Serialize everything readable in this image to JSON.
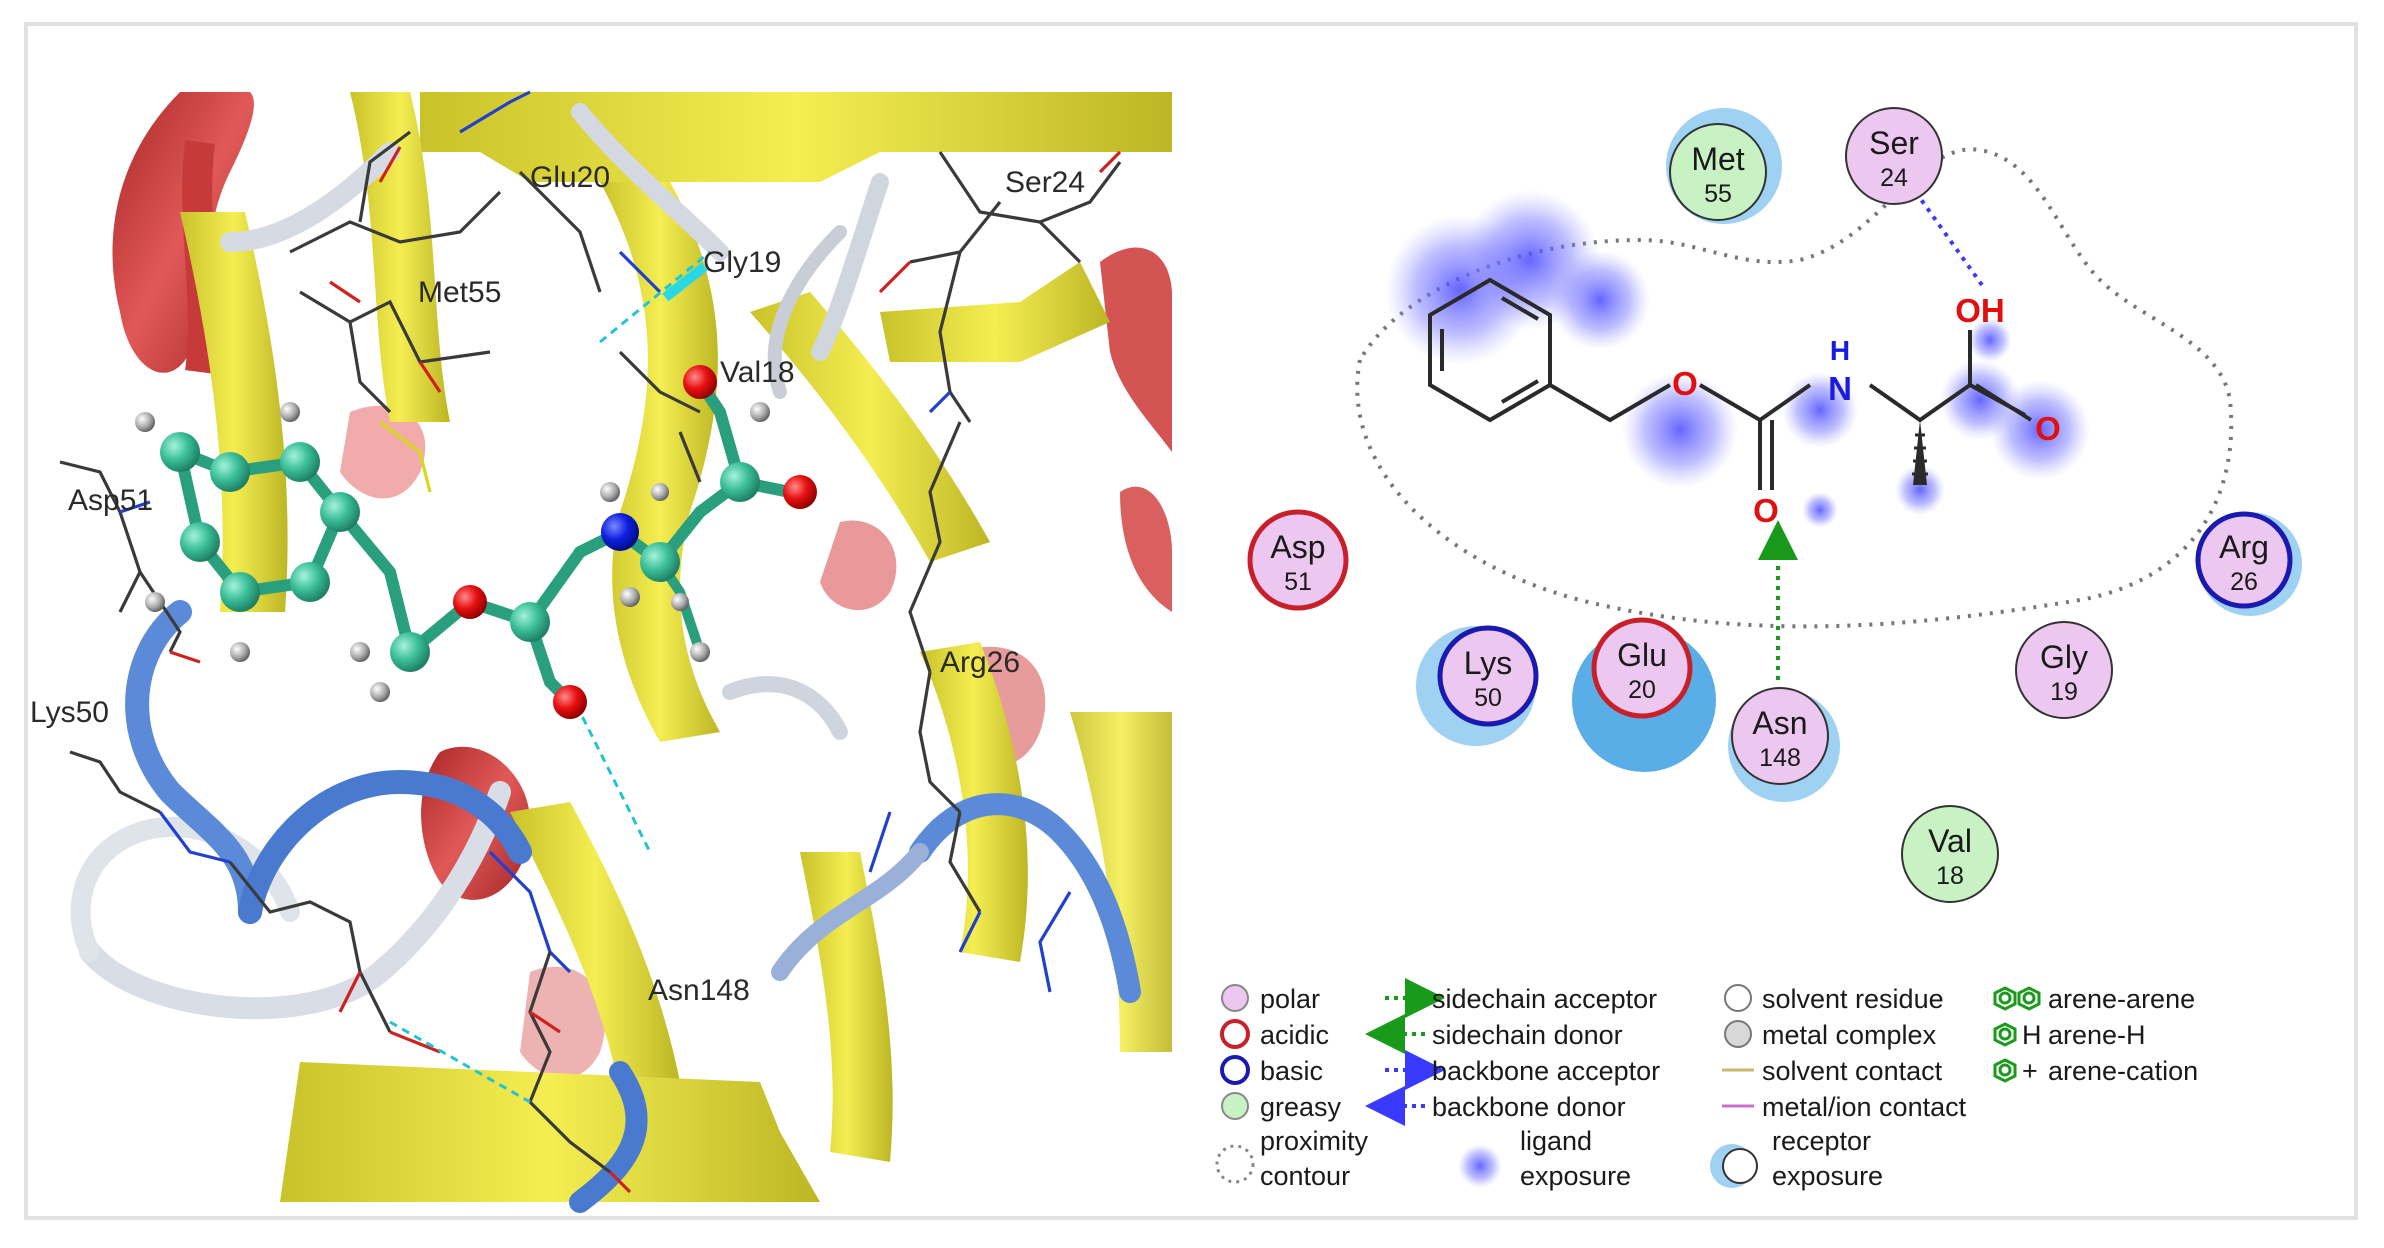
{
  "structure_3d": {
    "residue_labels": [
      {
        "key": "glu20",
        "text": "Glu20"
      },
      {
        "key": "ser24",
        "text": "Ser24"
      },
      {
        "key": "gly19",
        "text": "Gly19"
      },
      {
        "key": "met55",
        "text": "Met55"
      },
      {
        "key": "val18",
        "text": "Val18"
      },
      {
        "key": "asp51",
        "text": "Asp51"
      },
      {
        "key": "lys50",
        "text": "Lys50"
      },
      {
        "key": "arg26",
        "text": "Arg26"
      },
      {
        "key": "asn148",
        "text": "Asn148"
      }
    ]
  },
  "interaction_map": {
    "residues": [
      {
        "key": "met55",
        "name": "Met",
        "number": "55",
        "type": "greasy",
        "exposure": "high"
      },
      {
        "key": "ser24",
        "name": "Ser",
        "number": "24",
        "type": "polar",
        "exposure": "none"
      },
      {
        "key": "asp51",
        "name": "Asp",
        "number": "51",
        "type": "acidic",
        "exposure": "none"
      },
      {
        "key": "arg26",
        "name": "Arg",
        "number": "26",
        "type": "basic",
        "exposure": "low"
      },
      {
        "key": "lys50",
        "name": "Lys",
        "number": "50",
        "type": "basic",
        "exposure": "high"
      },
      {
        "key": "glu20",
        "name": "Glu",
        "number": "20",
        "type": "acidic",
        "exposure": "high"
      },
      {
        "key": "asn148",
        "name": "Asn",
        "number": "148",
        "type": "polar",
        "exposure": "medium"
      },
      {
        "key": "gly19",
        "name": "Gly",
        "number": "19",
        "type": "polar",
        "exposure": "none"
      },
      {
        "key": "val18",
        "name": "Val",
        "number": "18",
        "type": "greasy",
        "exposure": "none"
      }
    ],
    "ligand_atoms": {
      "ester_o": "O",
      "carbonyl_o": "O",
      "amide_n": "N",
      "amide_h": "H",
      "hydroxyl": "OH",
      "acid_o": "O"
    },
    "interactions": [
      {
        "from": "hydroxyl",
        "to": "ser24",
        "kind": "backbone acceptor"
      },
      {
        "from": "asn148",
        "to": "carbonyl_o",
        "kind": "sidechain donor"
      }
    ]
  },
  "legend": {
    "residue_types": [
      {
        "key": "polar",
        "label": "polar"
      },
      {
        "key": "acidic",
        "label": "acidic"
      },
      {
        "key": "basic",
        "label": "basic"
      },
      {
        "key": "greasy",
        "label": "greasy"
      }
    ],
    "proximity_label_1": "proximity",
    "proximity_label_2": "contour",
    "interactions": [
      {
        "label": "sidechain acceptor"
      },
      {
        "label": "sidechain donor"
      },
      {
        "label": "backbone acceptor"
      },
      {
        "label": "backbone donor"
      }
    ],
    "ligand_exposure_1": "ligand",
    "ligand_exposure_2": "exposure",
    "other": [
      {
        "label": "solvent residue"
      },
      {
        "label": "metal complex"
      },
      {
        "label": "solvent contact"
      },
      {
        "label": "metal/ion contact"
      }
    ],
    "receptor_exposure_1": "receptor",
    "receptor_exposure_2": "exposure",
    "arene": [
      {
        "label": "arene-arene"
      },
      {
        "label": "arene-H"
      },
      {
        "label": "arene-cation"
      }
    ],
    "arene_glyph_h": "H",
    "arene_glyph_plus": "+"
  },
  "colors": {
    "polar_fill": "#ecc7f0",
    "acidic_ring": "#c8202a",
    "basic_ring": "#1a1ab0",
    "greasy_fill": "#c9f2c4",
    "sheet": "#f2ea3c",
    "helix": "#d43f3f",
    "loop_blue": "#5b8ad8",
    "carbon": "#3dbf9a"
  }
}
